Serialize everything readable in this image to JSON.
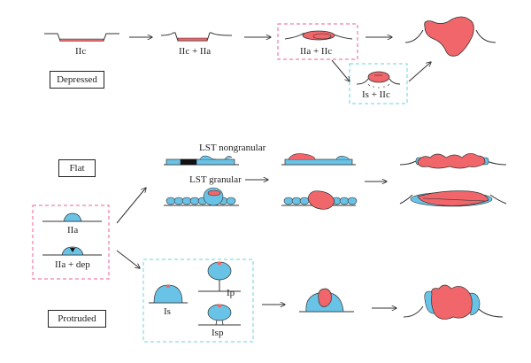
{
  "colors": {
    "lesion_red": "#f0666a",
    "lesion_blue": "#69c3e6",
    "mucosa_line": "#333333",
    "pink_dashed": "#e8609a",
    "cyan_dashed": "#6fd3d8"
  },
  "categories": {
    "depressed": "Depressed",
    "flat": "Flat",
    "protruded": "Protruded"
  },
  "labels": {
    "iic": "IIc",
    "iic_iia": "IIc + IIa",
    "iia_iic": "IIa + IIc",
    "is_iic": "Is + IIc",
    "lst_nongranular": "LST nongranular",
    "lst_granular": "LST granular",
    "iia": "IIa",
    "iia_dep": "IIa + dep",
    "is": "Is",
    "ip": "Ip",
    "isp": "Isp"
  }
}
